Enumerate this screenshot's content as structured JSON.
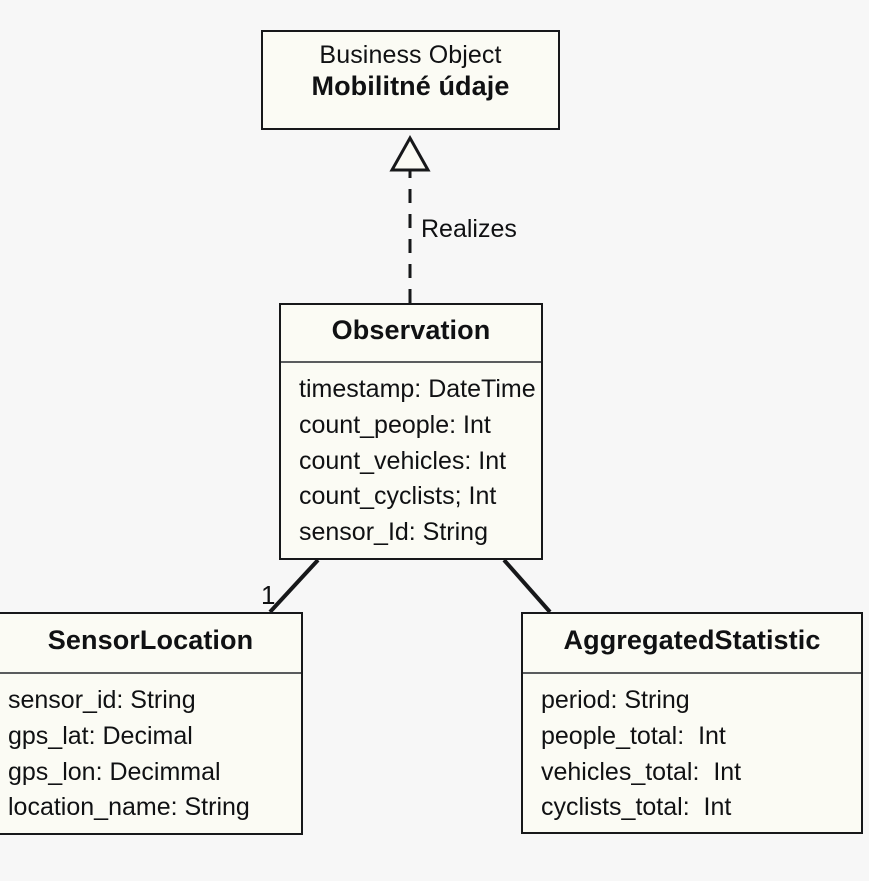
{
  "diagram": {
    "kind": "uml-class-diagram",
    "background_color": "#f7f7f7",
    "box_fill_color": "#fbfbf4",
    "line_color": "#17181a"
  },
  "business_object": {
    "stereotype": "Business Object",
    "title": "Mobilitné údaje"
  },
  "observation": {
    "title": "Observation",
    "attributes": [
      "timestamp: DateTime",
      "count_people: Int",
      "count_vehicles: Int",
      "count_cyclists; Int",
      "sensor_Id: String"
    ]
  },
  "sensor_location": {
    "title": "SensorLocation",
    "attributes": [
      "sensor_id: String",
      "gps_lat: Decimal",
      "gps_lon: Decimmal",
      "location_name: String"
    ]
  },
  "aggregated_statistic": {
    "title": "AggregatedStatistic",
    "attributes": [
      "period: String",
      "people_total:  Int",
      "vehicles_total:  Int",
      "cyclists_total:  Int"
    ]
  },
  "relationships": {
    "realization_label": "Realizes",
    "multiplicity_sensor_location": "1"
  }
}
